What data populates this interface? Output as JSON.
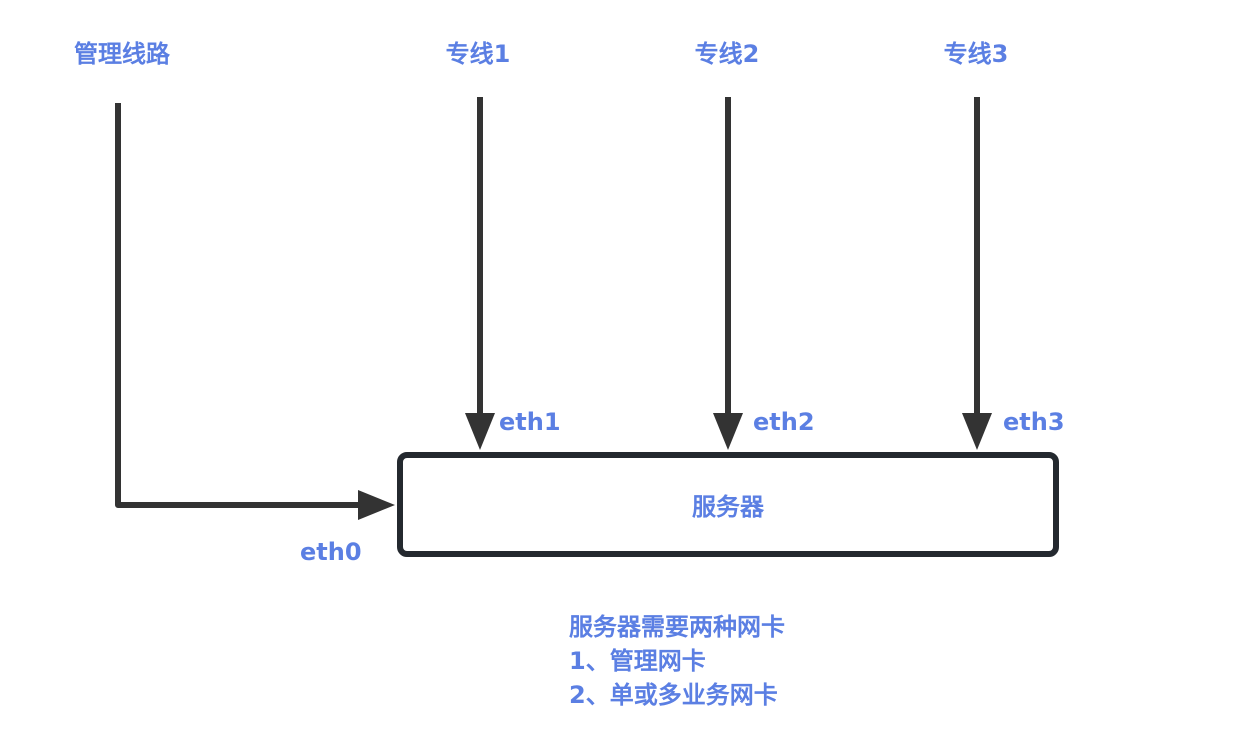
{
  "colors": {
    "label": "#5b7fe3",
    "line": "#333333",
    "box_border": "#24292f"
  },
  "labels": {
    "mgmt_line": "管理线路",
    "line1": "专线1",
    "line2": "专线2",
    "line3": "专线3"
  },
  "ports": {
    "eth0": "eth0",
    "eth1": "eth1",
    "eth2": "eth2",
    "eth3": "eth3"
  },
  "server": {
    "label": "服务器"
  },
  "notes": {
    "title": "服务器需要两种网卡",
    "item1": "1、管理网卡",
    "item2": "2、单或多业务网卡"
  }
}
